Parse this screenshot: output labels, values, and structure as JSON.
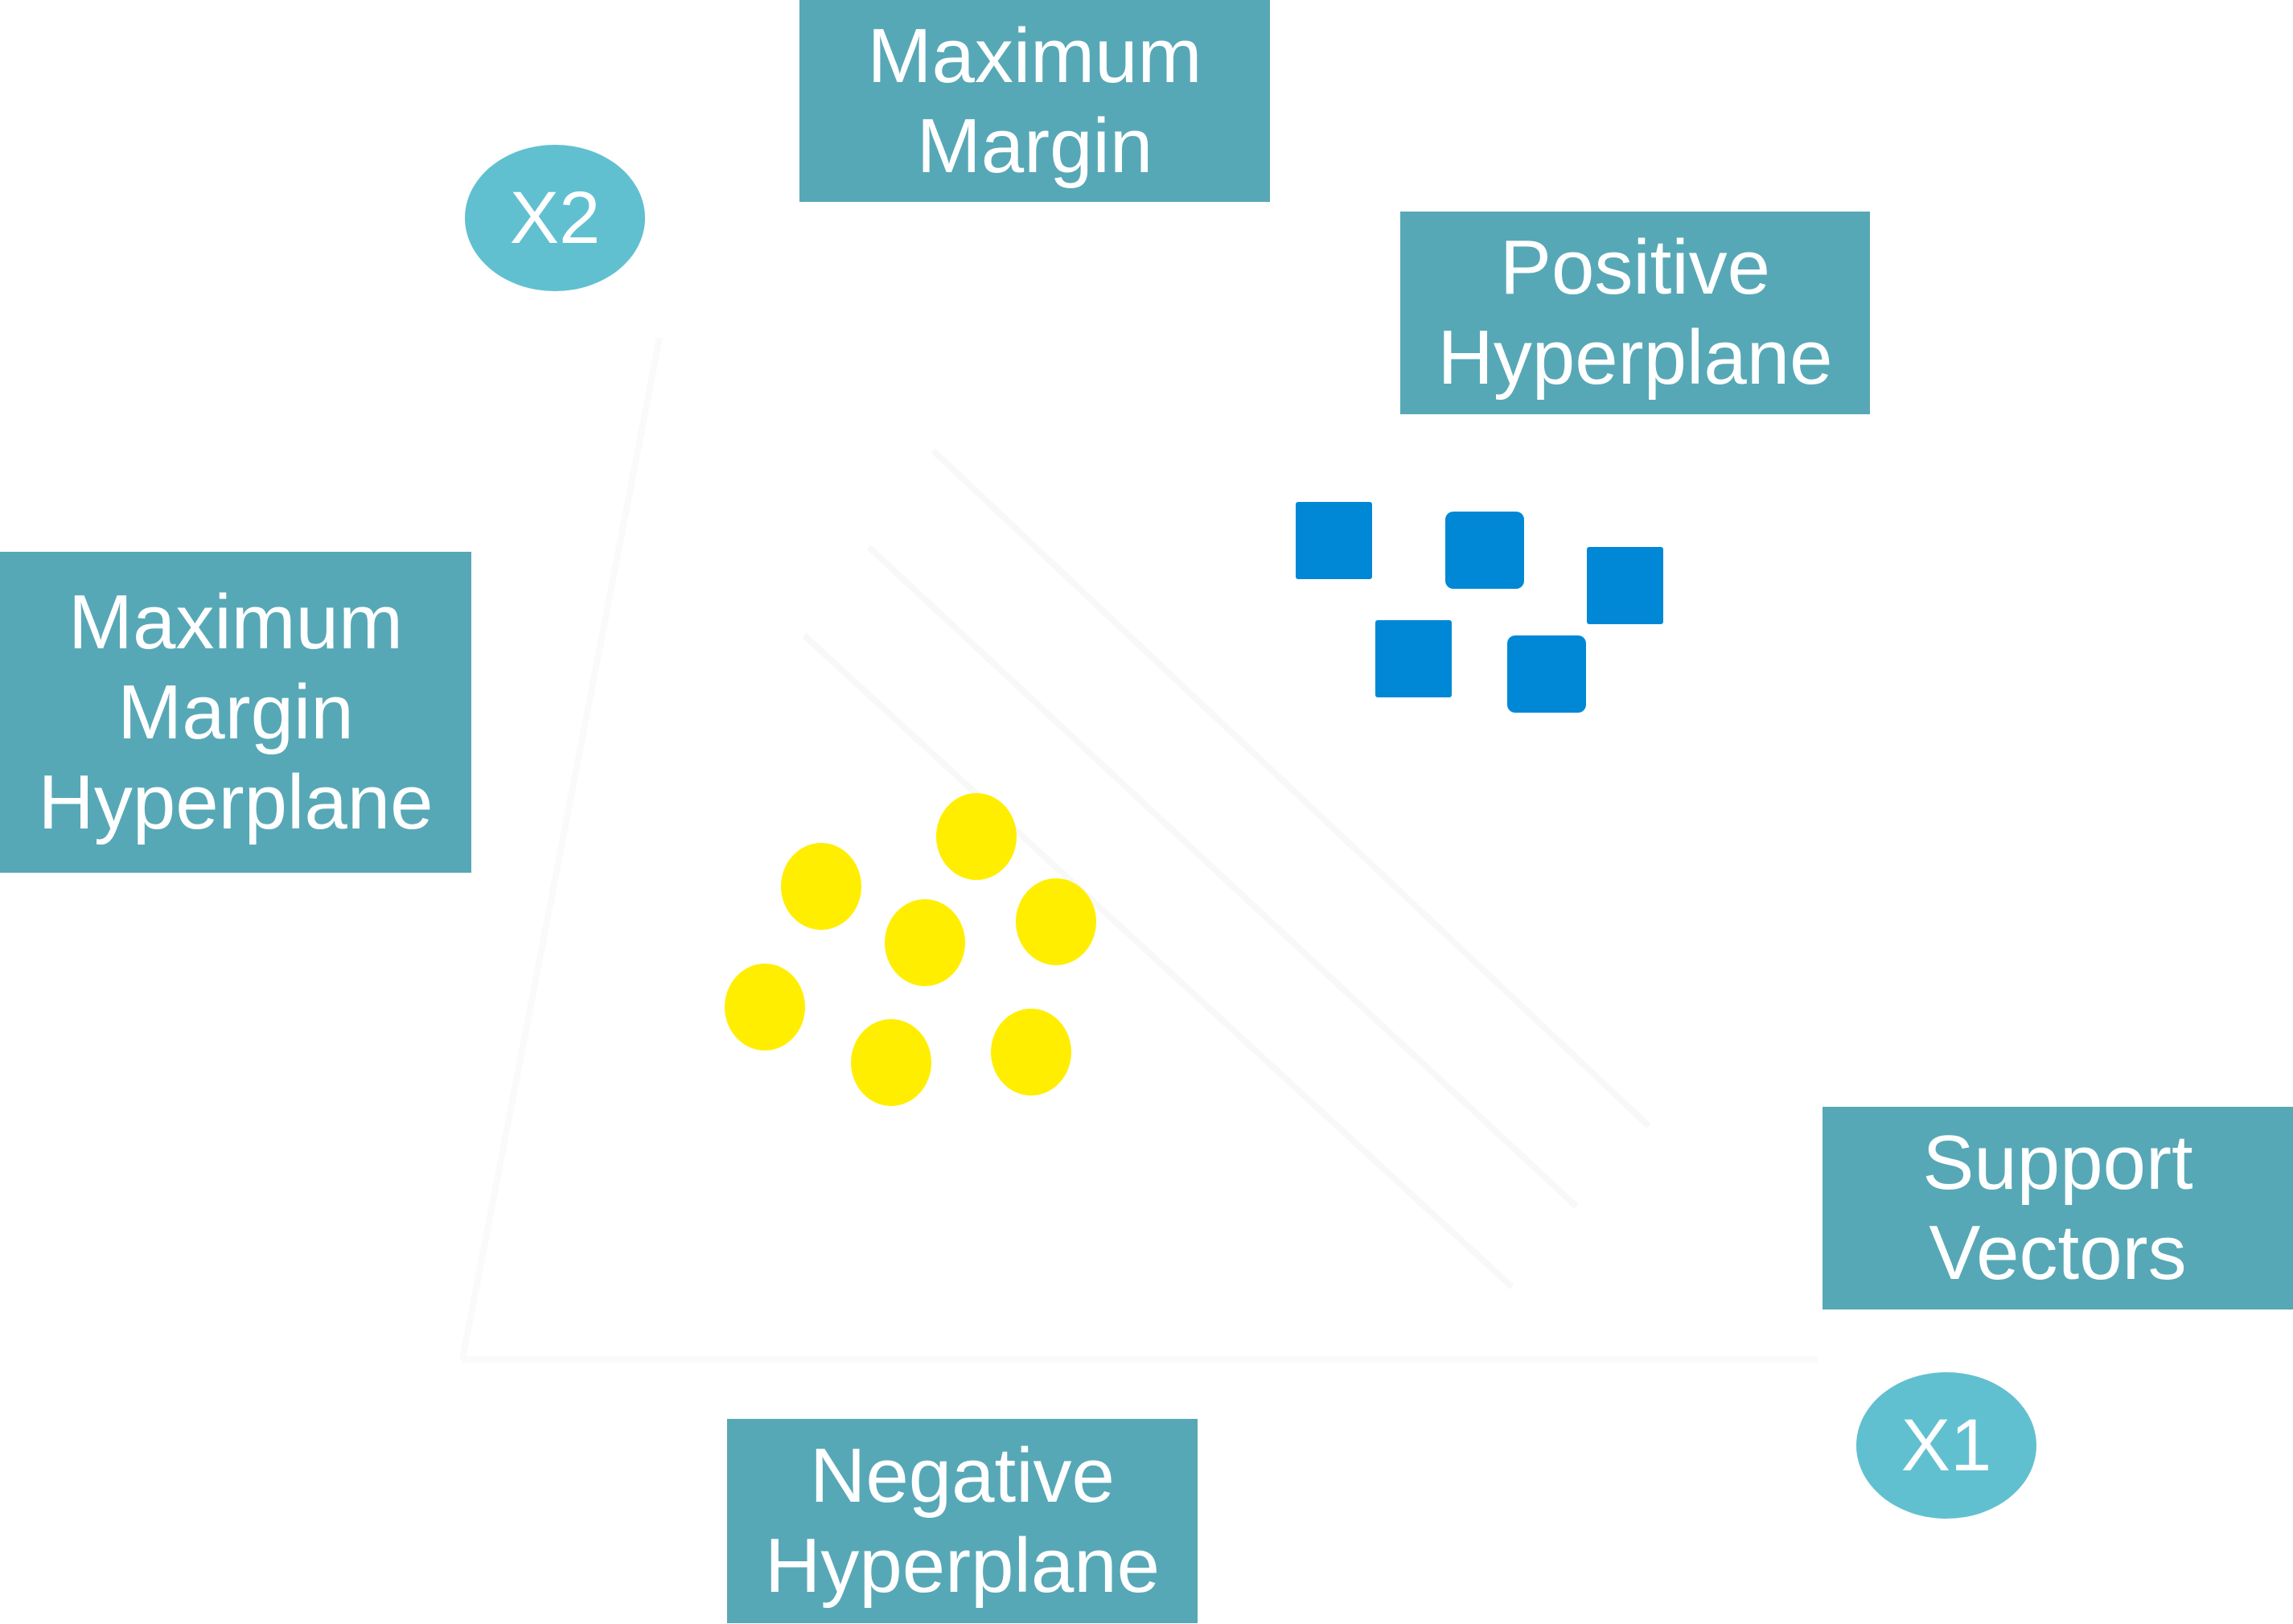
{
  "colors": {
    "label_box": "#57a8b6",
    "axis_bubble": "#61c0d0",
    "label_text": "#ffffff",
    "positive_class": "#0088d6",
    "negative_class": "#ffee00",
    "background": "#ffffff"
  },
  "axes": {
    "x_label": "X1",
    "y_label": "X2"
  },
  "labels": {
    "maximum_margin": "Maximum\nMargin",
    "positive_hyperplane": "Positive\nHyperplane",
    "maximum_margin_hyperplane": "Maximum\nMargin\nHyperplane",
    "support_vectors": "Support\nVectors",
    "negative_hyperplane": "Negative\nHyperplane"
  },
  "classes": {
    "positive": {
      "shape": "square",
      "count": 5
    },
    "negative": {
      "shape": "circle",
      "count": 7
    }
  }
}
